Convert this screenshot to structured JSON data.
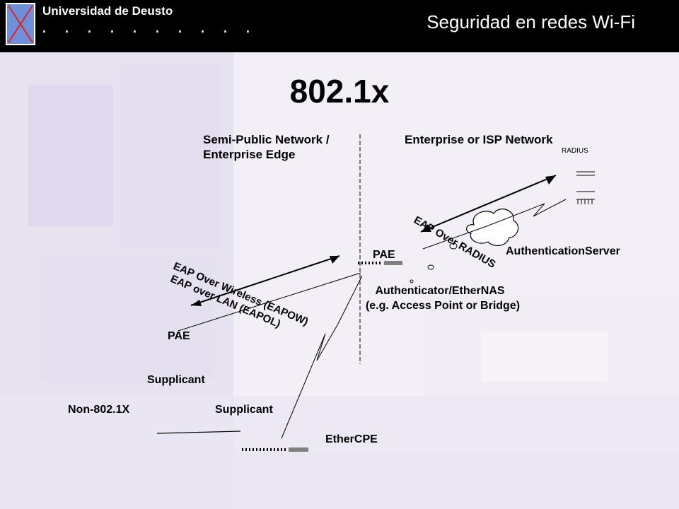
{
  "header": {
    "institution": "Universidad de Deusto",
    "dots": ". . . . . . . . . .",
    "course_title": "Seguridad en redes Wi-Fi"
  },
  "slide": {
    "title": "802.1x"
  },
  "diagram": {
    "zone_left_line1": "Semi-Public Network /",
    "zone_left_line2": "Enterprise Edge",
    "zone_right": "Enterprise or ISP Network",
    "radius_small": "RADIUS",
    "eap_over_radius": "EAP Over RADIUS",
    "authentication_server": "AuthenticationServer",
    "pae_authenticator": "PAE",
    "authenticator_line1": "Authenticator/EtherNAS",
    "authenticator_line2": "(e.g. Access Point or Bridge)",
    "eapow": "EAP Over Wireless (EAPOW)",
    "eapol": "EAP over LAN (EAPOL)",
    "pae_supplicant": "PAE",
    "supplicant_wireless": "Supplicant",
    "non_8021x": "Non-802.1X",
    "supplicant_wired": "Supplicant",
    "ethercpe": "EtherCPE"
  },
  "colors": {
    "header_bg": "#000000",
    "logo_fill": "#6f8fd8",
    "logo_cross": "#e02020",
    "text": "#000000"
  }
}
